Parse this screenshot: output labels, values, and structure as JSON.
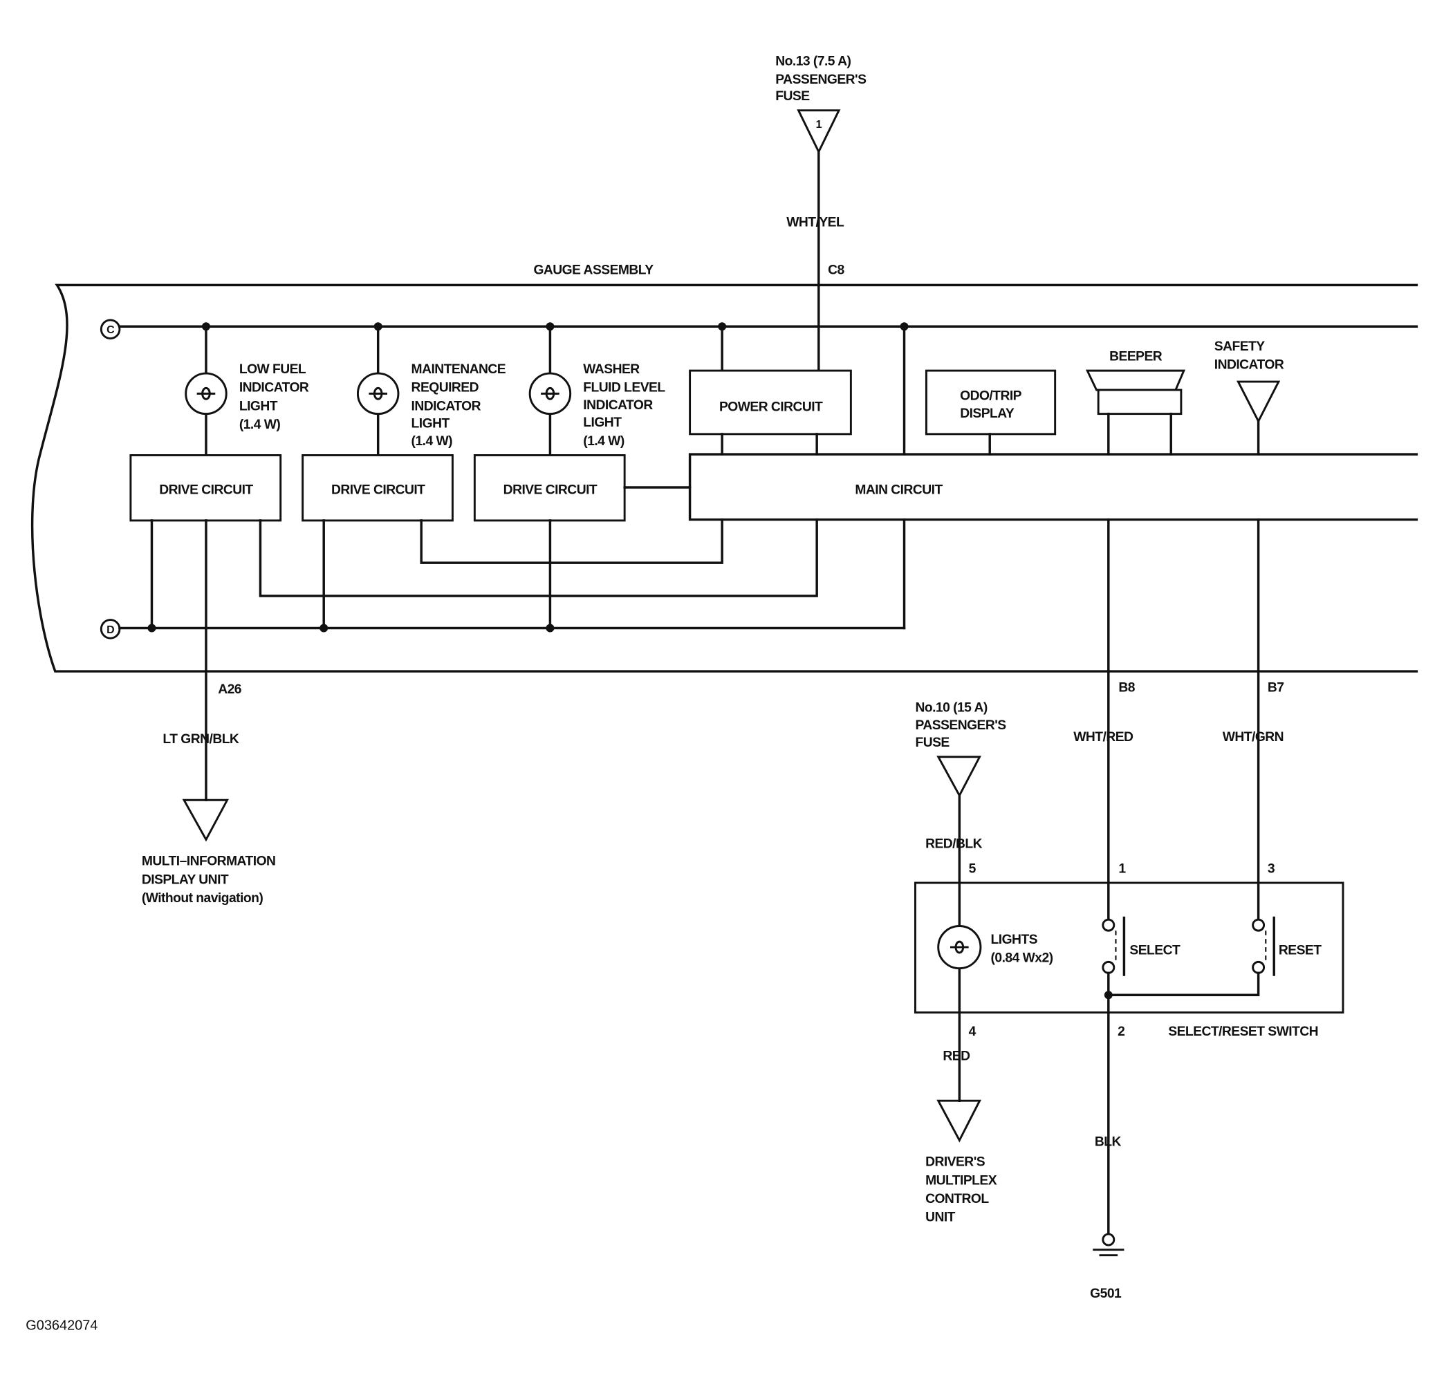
{
  "fuse_13": {
    "lines": [
      "No.13 (7.5 A)",
      "PASSENGER'S",
      "FUSE"
    ],
    "terminal": "1"
  },
  "wire_wht_yel": "WHT/YEL",
  "gauge_assembly": {
    "title": "GAUGE ASSEMBLY",
    "connector_c8": "C8",
    "bus_c": "C",
    "bus_d": "D"
  },
  "lamps": [
    {
      "lines": [
        "LOW FUEL",
        "INDICATOR",
        "LIGHT",
        "(1.4 W)"
      ]
    },
    {
      "lines": [
        "MAINTENANCE",
        "REQUIRED",
        "INDICATOR",
        "LIGHT",
        "(1.4 W)"
      ]
    },
    {
      "lines": [
        "WASHER",
        "FLUID LEVEL",
        "INDICATOR",
        "LIGHT",
        "(1.4 W)"
      ]
    }
  ],
  "drive_circuits": [
    "DRIVE CIRCUIT",
    "DRIVE CIRCUIT",
    "DRIVE CIRCUIT"
  ],
  "power_circuit": "POWER CIRCUIT",
  "main_circuit": "MAIN CIRCUIT",
  "odo_trip_display": [
    "ODO/TRIP",
    "DISPLAY"
  ],
  "beeper": "BEEPER",
  "safety_indicator": [
    "SAFETY",
    "INDICATOR"
  ],
  "connector_a26": "A26",
  "wire_lt_grn_blk": "LT GRN/BLK",
  "multi_info_display": [
    "MULTI–INFORMATION",
    "DISPLAY UNIT",
    "(Without navigation)"
  ],
  "connector_b8": "B8",
  "connector_b7": "B7",
  "wire_wht_red": "WHT/RED",
  "wire_wht_grn": "WHT/GRN",
  "fuse_10": {
    "lines": [
      "No.10 (15 A)",
      "PASSENGER'S",
      "FUSE"
    ]
  },
  "wire_red_blk": "RED/BLK",
  "switch": {
    "title": "SELECT/RESET SWITCH",
    "pin_5": "5",
    "pin_1": "1",
    "pin_3": "3",
    "pin_4": "4",
    "pin_2": "2",
    "lights": [
      "LIGHTS",
      "(0.84 Wx2)"
    ],
    "select": "SELECT",
    "reset": "RESET"
  },
  "wire_red": "RED",
  "wire_blk": "BLK",
  "drivers_mcu": [
    "DRIVER'S",
    "MULTIPLEX",
    "CONTROL",
    "UNIT"
  ],
  "ground": "G501",
  "figure_code": "G03642074"
}
